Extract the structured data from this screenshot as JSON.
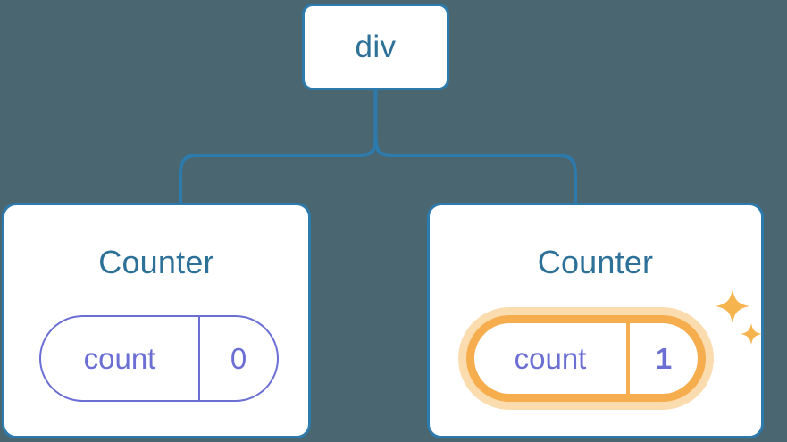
{
  "theme": {
    "background": "#4a6670",
    "node_border": "#2d7aad",
    "node_fill": "#ffffff",
    "title_text": "#2d7098",
    "pill_stroke": "#6b6fd4",
    "pill_text": "#6b6fd4",
    "highlight_ring": "#f5ad4e",
    "highlight_glow": "#fbdcae",
    "sparkle": "#f5b44e",
    "connector": "#2d7aad"
  },
  "diagram": {
    "type": "component-tree",
    "root": {
      "label": "div"
    },
    "children": [
      {
        "label": "Counter",
        "state": {
          "key": "count",
          "value": "0"
        },
        "highlighted": "false"
      },
      {
        "label": "Counter",
        "state": {
          "key": "count",
          "value": "1"
        },
        "highlighted": "true"
      }
    ],
    "icons": {
      "sparkle_large": "sparkle-icon",
      "sparkle_small": "sparkle-icon"
    }
  }
}
